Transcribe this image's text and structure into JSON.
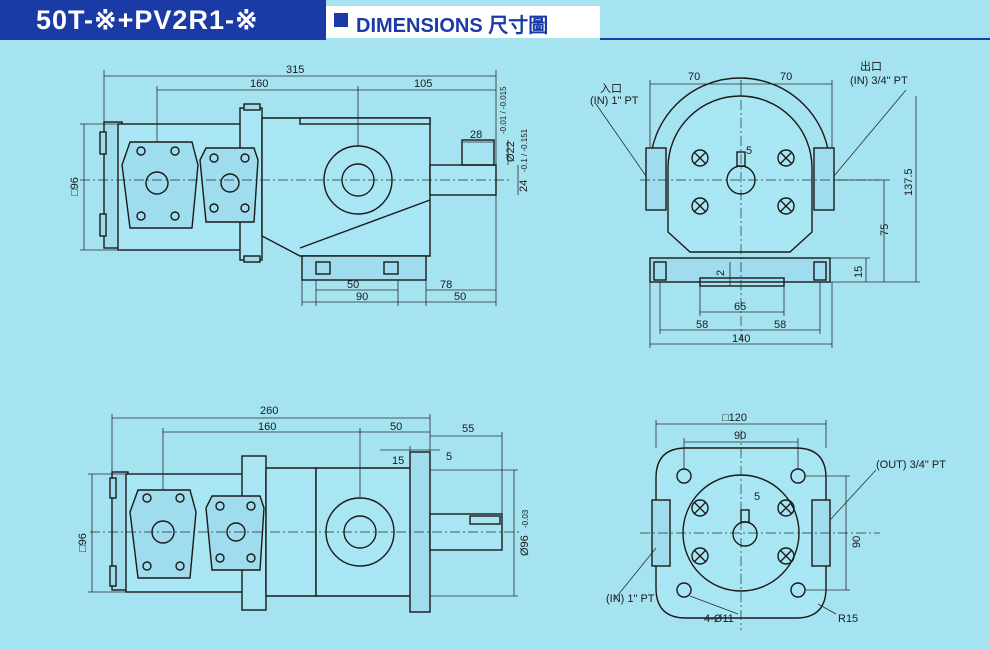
{
  "header": {
    "model": "50T-※+PV2R1-※",
    "title": "DIMENSIONS 尺寸圖"
  },
  "colors": {
    "background": "#a6e3f1",
    "header_blue": "#1a3aa6",
    "line": "#1a1a1a"
  },
  "top_side_view": {
    "dims": {
      "overall_length": "315",
      "body_length": "160",
      "shaft_to_end": "105",
      "key_length": "28",
      "shaft_dia": "Ø22",
      "shaft_tol": "-0.01 / -0.015",
      "key_height": "24",
      "key_tol": "-0.1 / -0.151",
      "height_square": "□96",
      "foot_slot": "50",
      "foot_width": "90",
      "foot_offset": "78",
      "foot_end": "50"
    }
  },
  "top_front_view": {
    "dims": {
      "half_width_left": "70",
      "half_width_right": "70",
      "key_width": "5",
      "center_height": "75",
      "overall_height": "137.5",
      "foot_height": "15",
      "slot_depth": "2",
      "base_span": "65",
      "hole_left": "58",
      "hole_right": "58",
      "base_width": "140"
    },
    "labels": {
      "in_chinese": "入口",
      "in_port": "(IN) 1\" PT",
      "out_chinese": "出口",
      "out_port": "(IN) 3/4\" PT"
    }
  },
  "bottom_side_view": {
    "dims": {
      "overall_length": "260",
      "body_length": "160",
      "flange_to_end": "50",
      "shaft_length": "55",
      "flange_thk": "15",
      "spigot": "5",
      "height_square": "□96",
      "pilot_dia": "Ø96",
      "pilot_tol": "-0.03"
    }
  },
  "bottom_front_view": {
    "dims": {
      "flange_square": "□120",
      "bolt_pitch": "90",
      "key_width": "5",
      "side_pitch": "90"
    },
    "labels": {
      "out_port": "(OUT) 3/4\" PT",
      "in_port": "(IN) 1\" PT",
      "mount_holes": "4-Ø11",
      "corner_radius": "R15"
    }
  }
}
